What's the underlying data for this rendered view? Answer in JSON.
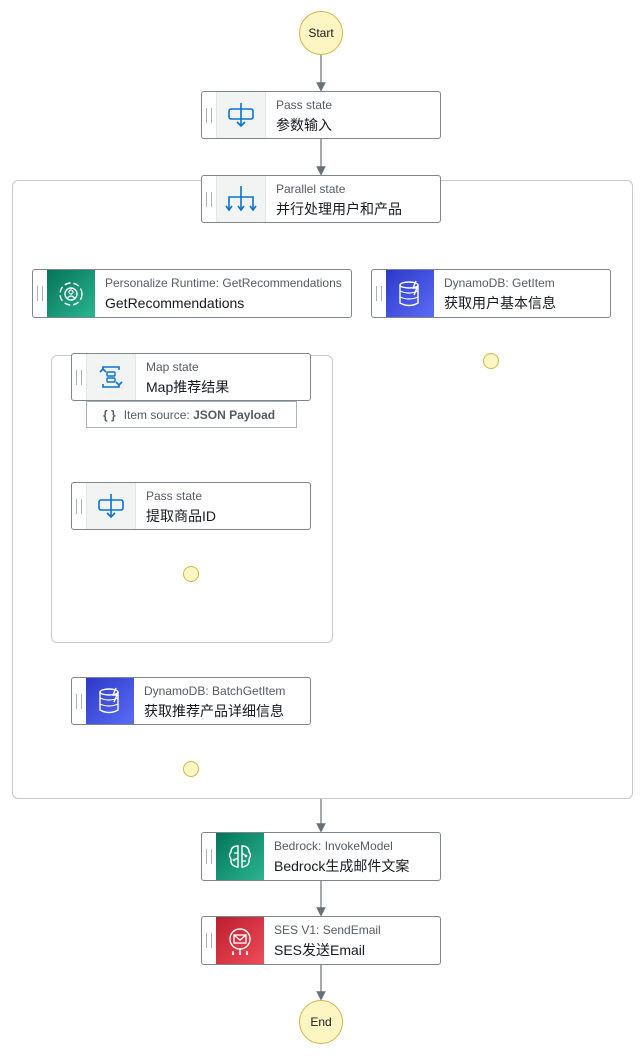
{
  "start_label": "Start",
  "end_label": "End",
  "nodes": {
    "pass_input": {
      "kind": "Pass state",
      "label": "参数输入",
      "icon": "pass-state-icon"
    },
    "parallel": {
      "kind": "Parallel state",
      "label": "并行处理用户和产品",
      "icon": "parallel-state-icon"
    },
    "personalize": {
      "kind": "Personalize Runtime: GetRecommendations",
      "label": "GetRecommendations",
      "icon": "personalize-icon"
    },
    "dynamo_getitem": {
      "kind": "DynamoDB: GetItem",
      "label": "获取用户基本信息",
      "icon": "dynamodb-icon"
    },
    "map": {
      "kind": "Map state",
      "label": "Map推荐结果",
      "icon": "map-state-icon"
    },
    "pass_extract": {
      "kind": "Pass state",
      "label": "提取商品ID",
      "icon": "pass-state-icon"
    },
    "dynamo_batch": {
      "kind": "DynamoDB: BatchGetItem",
      "label": "获取推荐产品详细信息",
      "icon": "dynamodb-icon"
    },
    "bedrock": {
      "kind": "Bedrock: InvokeModel",
      "label": "Bedrock生成邮件文案",
      "icon": "bedrock-icon"
    },
    "ses": {
      "kind": "SES V1: SendEmail",
      "label": "SES发送Email",
      "icon": "ses-icon"
    }
  },
  "item_source": {
    "prefix": "Item source: ",
    "value": "JSON Payload"
  },
  "colors": {
    "edge": "#687078",
    "terminal_fill": "#fdf6c3",
    "personalize": "#05745a",
    "dynamodb": "#2c39c8",
    "bedrock": "#05745a",
    "ses": "#bb1e2e"
  }
}
